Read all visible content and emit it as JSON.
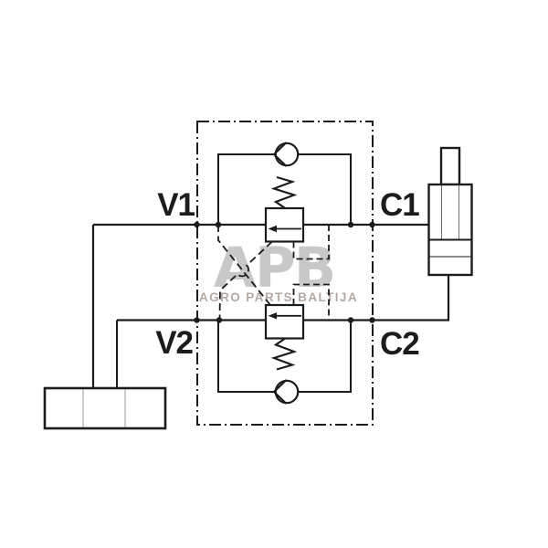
{
  "colors": {
    "line": "#1c1c1c",
    "background": "#ffffff",
    "block_divider": "#9a9a9a",
    "watermark_logo": "#c8c8c8",
    "watermark_subtitle": "#b4a9a3"
  },
  "ports": {
    "v1": "V1",
    "c1": "C1",
    "v2": "V2",
    "c2": "C2"
  },
  "watermark": {
    "logo": "APB",
    "subtitle": "AGRO PARTS BALTIJA"
  },
  "symbols": [
    "valve-body-boundary",
    "check-valve-top",
    "check-valve-bottom",
    "counterbalance-valve-top",
    "counterbalance-valve-bottom",
    "crossed-pilot-lines",
    "hydraulic-cylinder",
    "directional-valve-block"
  ]
}
